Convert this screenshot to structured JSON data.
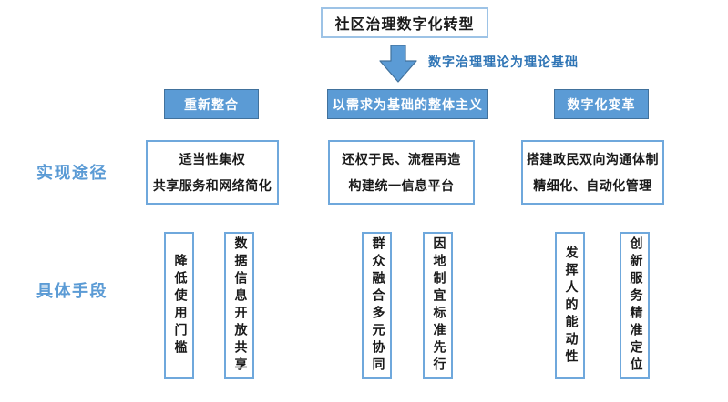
{
  "root": {
    "title": "社区治理数字化转型"
  },
  "arrow": {
    "annotation": "数字治理理论为理论基础",
    "icon": "down-arrow"
  },
  "row_labels": {
    "pathways": "实现途径",
    "methods": "具体手段"
  },
  "columns": [
    {
      "header": "重新整合",
      "pathways": [
        "适当性集权",
        "共享服务和网络简化"
      ],
      "methods": [
        "降低使用门槛",
        "数据信息开放共享"
      ]
    },
    {
      "header": "以需求为基础的整体主义",
      "pathways": [
        "还权于民、流程再造",
        "构建统一信息平台"
      ],
      "methods": [
        "群众融合多元协同",
        "因地制宜标准先行"
      ]
    },
    {
      "header": "数字化变革",
      "pathways": [
        "搭建政民双向沟通体制",
        "精细化、自动化管理"
      ],
      "methods": [
        "发挥人的能动性",
        "创新服务精准定位"
      ]
    }
  ],
  "colors": {
    "header_fill": "#5B9BD5",
    "header_border": "#41719C",
    "box_border": "#6FA8DC",
    "title_border": "#9DC3E6",
    "annotation_text": "#2E74B5",
    "label_text": "#5B9BD5",
    "arrow_fill": "#5B9BD5",
    "arrow_stroke": "#41719C"
  }
}
